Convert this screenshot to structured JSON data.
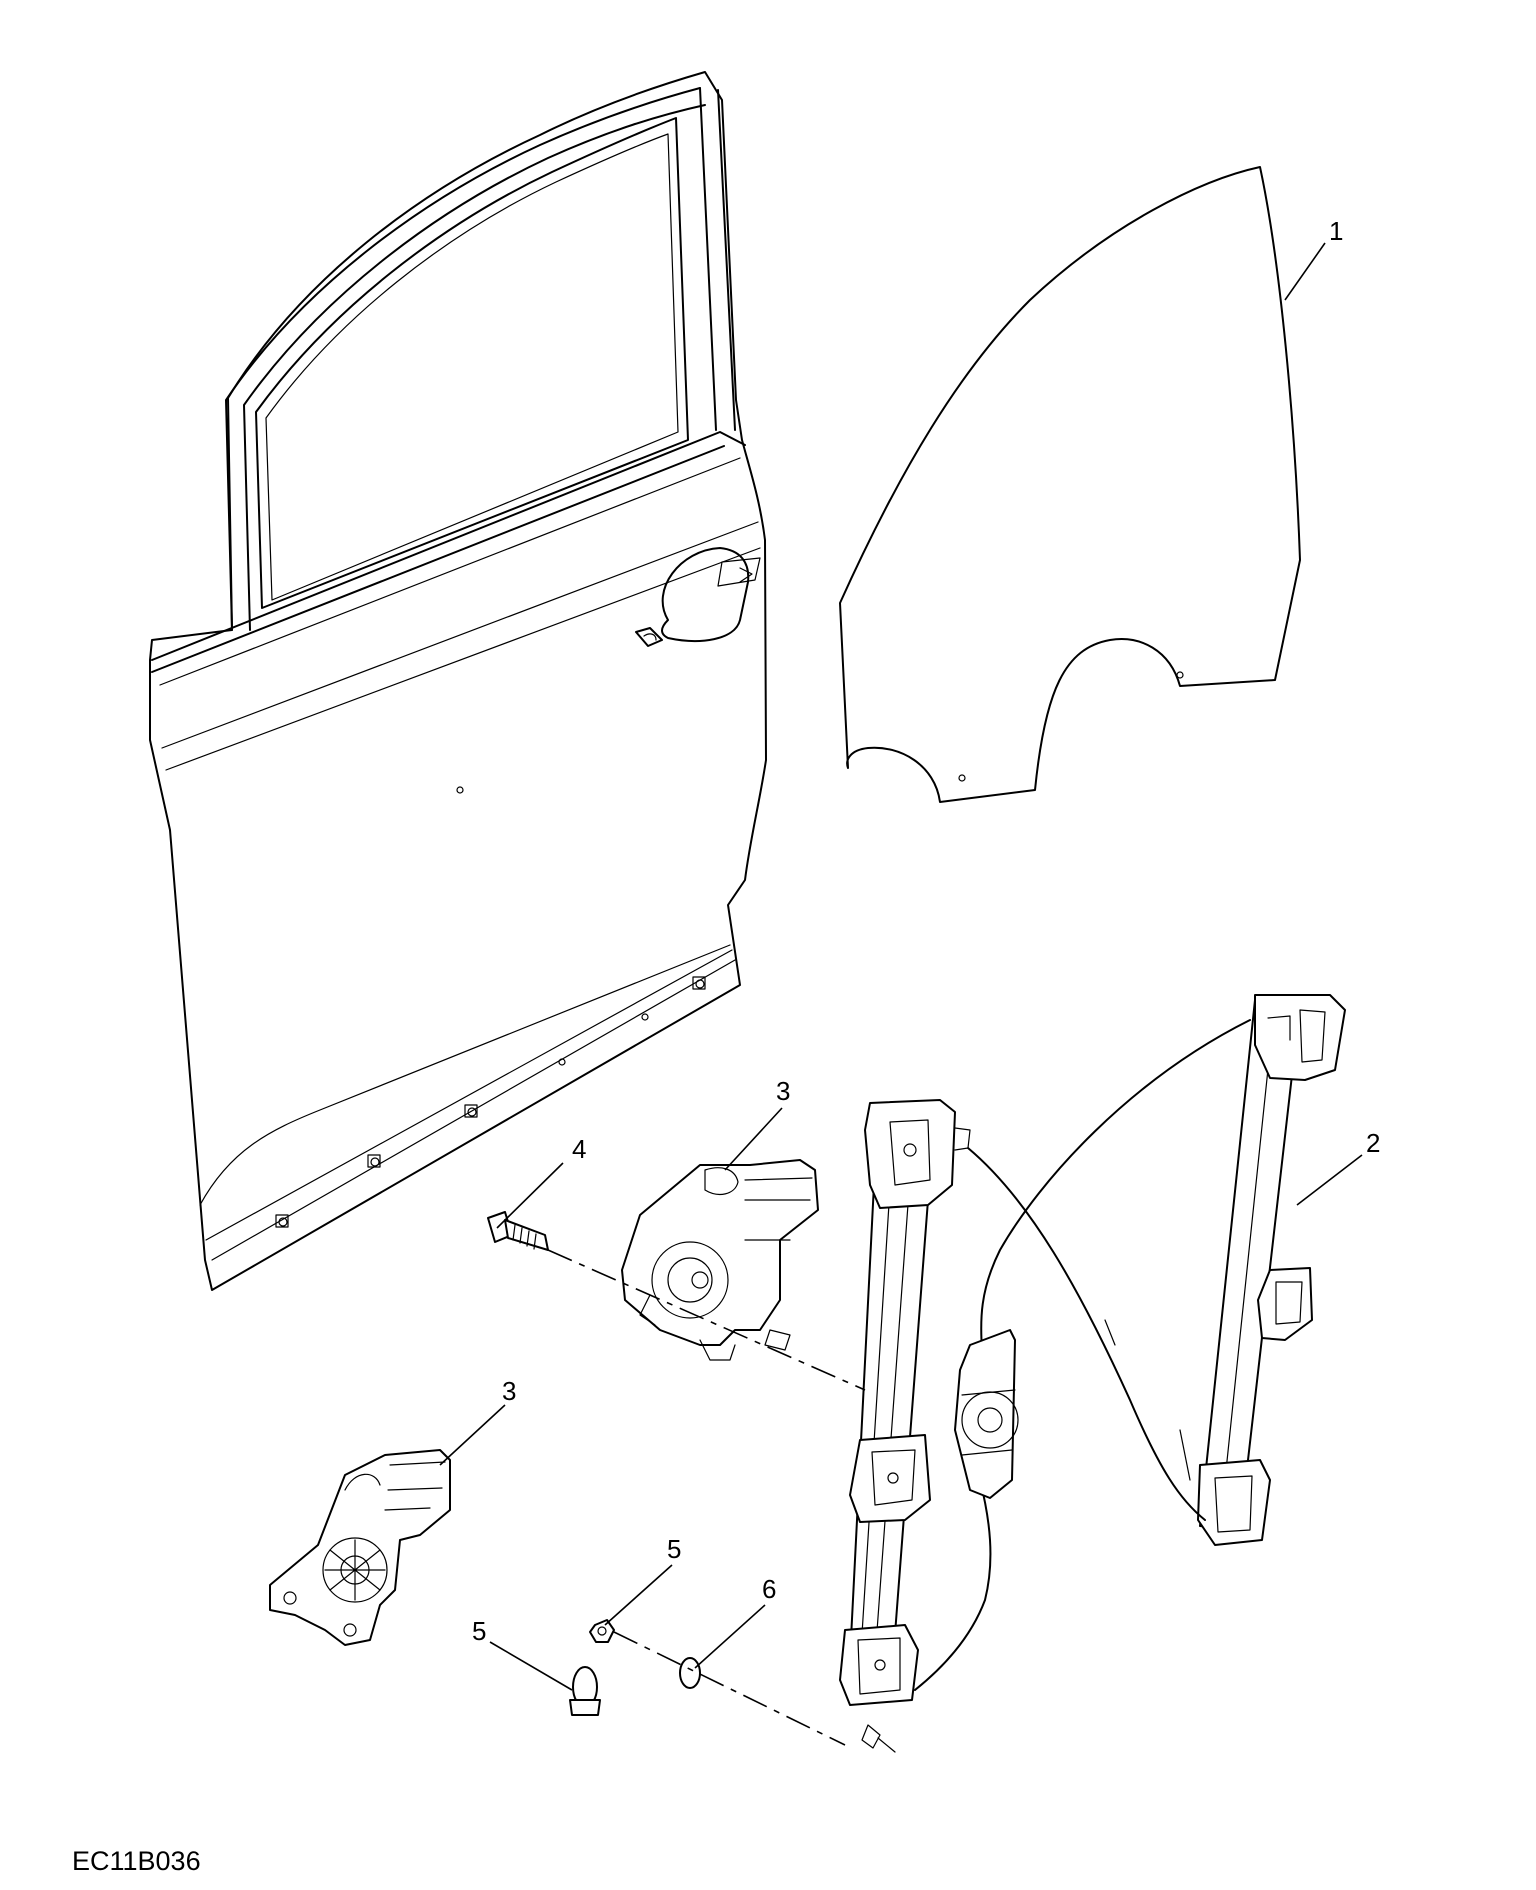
{
  "diagram": {
    "drawing_code": "EC11B036",
    "callouts": {
      "glass": "1",
      "regulator": "2",
      "motor_upper": "3",
      "motor_lower": "3",
      "bolt": "4",
      "nut": "5",
      "clip": "5",
      "washer": "6"
    }
  }
}
